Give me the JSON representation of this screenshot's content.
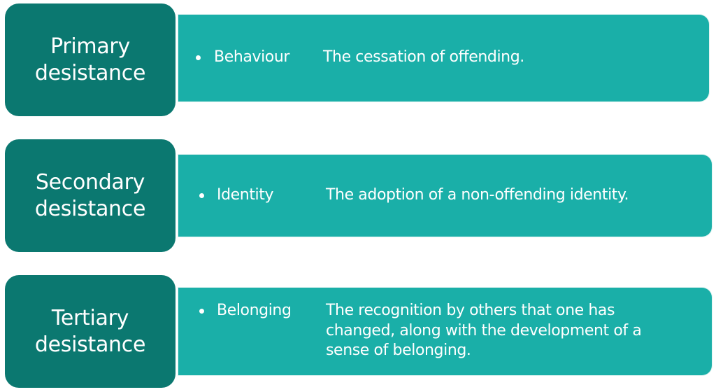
{
  "colors": {
    "stage_box": "#0b7870",
    "detail_box": "#1aafa8",
    "text": "#ffffff",
    "background": "#ffffff"
  },
  "rows": [
    {
      "stage": "Primary desistance",
      "stage_lines": [
        "Primary",
        "desistance"
      ],
      "aspect": "Behaviour",
      "description": "The cessation of offending.",
      "description_lines": [
        "The cessation of offending."
      ]
    },
    {
      "stage": "Secondary desistance",
      "stage_lines": [
        "Secondary",
        "desistance"
      ],
      "aspect": "Identity",
      "description": "The adoption of a non-offending identity.",
      "description_lines": [
        "The adoption of a non-offending identity."
      ]
    },
    {
      "stage": "Tertiary desistance",
      "stage_lines": [
        "Tertiary",
        "desistance"
      ],
      "aspect": "Belonging",
      "description": "The recognition by others that one has changed, along with the development of a sense of belonging.",
      "description_lines": [
        "The recognition by others that one has",
        "changed, along with the development of a",
        "sense of belonging."
      ]
    }
  ]
}
